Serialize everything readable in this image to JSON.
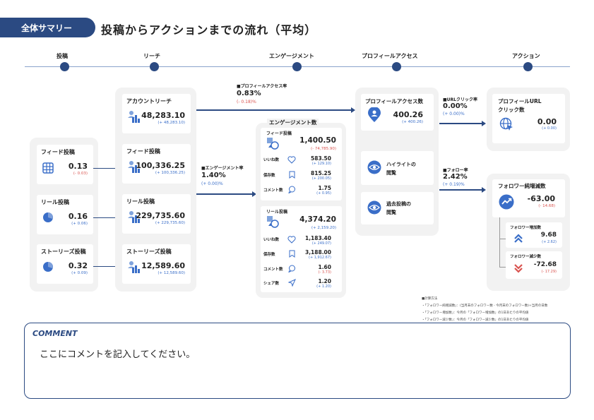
{
  "header": {
    "badge": "全体サマリー",
    "title": "投稿からアクションまでの流れ（平均）"
  },
  "stages": [
    "投稿",
    "リーチ",
    "エンゲージメント",
    "プロフィールアクセス",
    "アクション"
  ],
  "posts": [
    {
      "title": "フィード投稿",
      "value": "0.13",
      "change": "(- 0.03)"
    },
    {
      "title": "リール投稿",
      "value": "0.16",
      "change": "(+ 0.06)"
    },
    {
      "title": "ストーリーズ投稿",
      "value": "0.32",
      "change": "(+ 0.09)"
    }
  ],
  "reach": [
    {
      "title": "アカウントリーチ",
      "value": "48,283.10",
      "change": "(+ 48,283.10)"
    },
    {
      "title": "フィード投稿",
      "value": "100,336.25",
      "change": "(+ 100,336.25)"
    },
    {
      "title": "リール投稿",
      "value": "229,735.60",
      "change": "(+ 229,735.60)"
    },
    {
      "title": "ストーリーズ投稿",
      "value": "12,589.60",
      "change": "(+ 12,589.60)"
    }
  ],
  "rates": {
    "profile_access": {
      "label": "■プロフィールアクセス率",
      "value": "0.83%",
      "change": "(- 0.18)%"
    },
    "engagement": {
      "label": "■エンゲージメント率",
      "value": "1.40%",
      "change": "(+ 0.00)%"
    },
    "url_click": {
      "label": "■URLクリック率",
      "value": "0.00%",
      "change": "(+ 0.00)%"
    },
    "follow": {
      "label": "■フォロー率",
      "value": "2.42%",
      "change": "(+ 0.19)%"
    }
  },
  "engagement": {
    "title": "エンゲージメント数",
    "feed": {
      "title": "フィード投稿",
      "value": "1,400.50",
      "change": "(- 74,785.90)",
      "rows": [
        {
          "label": "いいね数",
          "value": "583.50",
          "change": "(+ 129.10)"
        },
        {
          "label": "保存数",
          "value": "815.25",
          "change": "(+ 200.05)"
        },
        {
          "label": "コメント数",
          "value": "1.75",
          "change": "(+ 0.95)"
        }
      ]
    },
    "reel": {
      "title": "リール投稿",
      "value": "4,374.20",
      "change": "(+ 2,159.20)",
      "rows": [
        {
          "label": "いいね数",
          "value": "1,183.40",
          "change": "(+ 249.07)"
        },
        {
          "label": "保存数",
          "value": "3,188.00",
          "change": "(+ 1,912.67)"
        },
        {
          "label": "コメント数",
          "value": "1.60",
          "change": "(- 3.73)"
        },
        {
          "label": "シェア数",
          "value": "1.20",
          "change": "(+ 1.20)"
        }
      ]
    }
  },
  "profile": {
    "title": "プロフィールアクセス数",
    "value": "400.26",
    "change": "(+ 400.26)",
    "highlight": "ハイライトの\n閲覧",
    "past": "過去投稿の\n閲覧"
  },
  "action": {
    "url": {
      "title": "プロフィールURL\nクリック数",
      "value": "0.00",
      "change": "(+ 0.00)"
    },
    "net": {
      "title": "フォロワー純増減数",
      "value": "-63.00",
      "change": "(- 14.68)"
    },
    "inc": {
      "title": "フォロワー増加数",
      "value": "9.68",
      "change": "(+ 2.62)"
    },
    "dec": {
      "title": "フォロワー減少数",
      "value": "-72.68",
      "change": "(- 17.29)"
    }
  },
  "notes": [
    "■計算方法",
    "・「フォロワー純増減数」：(当月末のフォロワー数 - 今月末のフォロワー数)÷当月の日数",
    "・「フォロワー増加数」：今月の「フォロワー増加数」の1日あたりの平均値",
    "・「フォロワー減少数」：今月の「フォロワー減少数」の1日あたりの平均値"
  ],
  "comment": {
    "title": "COMMENT",
    "body": "ここにコメントを記入してください。"
  },
  "colors": {
    "navy": "#2b4a82",
    "blue": "#3a6ec8",
    "red": "#d9534f",
    "panel": "#f2f2f2"
  }
}
